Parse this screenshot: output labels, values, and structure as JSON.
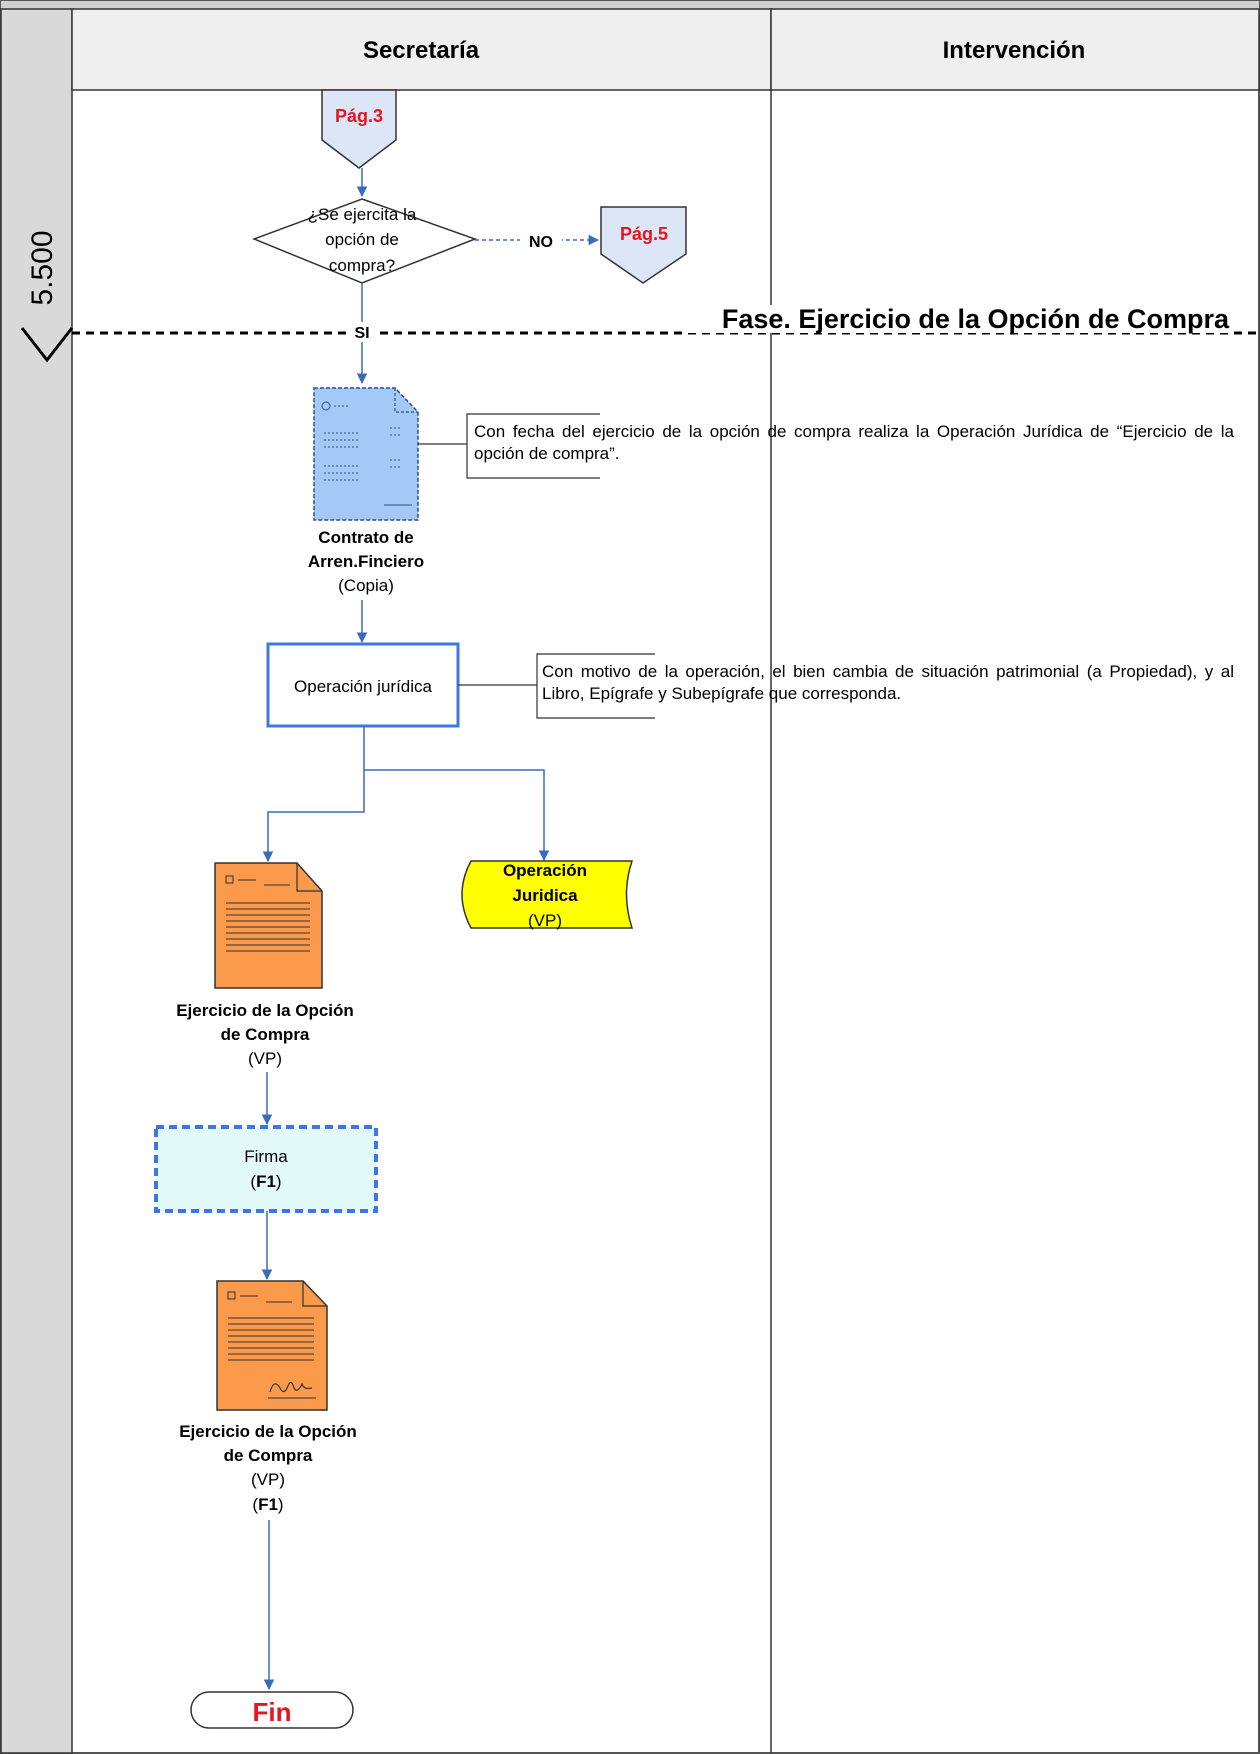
{
  "lanes": {
    "left": "Secretaría",
    "right": "Intervención"
  },
  "section": {
    "code": "5.500",
    "phase_title": "Fase. Ejercicio de la Opción de Compra"
  },
  "connectors": {
    "top_page_ref": "Pág.3",
    "right_page_ref": "Pág.5"
  },
  "decision": {
    "lines": [
      "¿Se ejercita la",
      "opción de",
      "compra?"
    ],
    "no_label": "NO",
    "yes_label": "SI"
  },
  "document_contract": {
    "title_lines": [
      "Contrato de",
      "Arren.Finciero"
    ],
    "subtitle": "(Copia)"
  },
  "note_1": {
    "text": "Con fecha del ejercicio de la opción de compra realiza la Operación Jurídica de “Ejercicio de la opción de compra”."
  },
  "process_operacion": {
    "label": "Operación jurídica"
  },
  "note_2": {
    "text": "Con motivo de la operación, el bien cambia de situación patrimonial (a Propiedad), y al Libro, Epígrafe y Subepígrafe que corresponda."
  },
  "storage_operacion": {
    "lines": [
      "Operación",
      "Juridica"
    ],
    "subtitle": "(VP)"
  },
  "document_ejercicio_1": {
    "title_lines": [
      "Ejercicio de la Opción",
      "de Compra"
    ],
    "subtitle": "(VP)"
  },
  "process_firma": {
    "label": "Firma",
    "code_open": "(",
    "code": "F1",
    "code_close": ")"
  },
  "document_ejercicio_2": {
    "title_lines": [
      "Ejercicio de la Opción",
      "de Compra"
    ],
    "subtitle": "(VP)",
    "code_open": "(",
    "code": "F1",
    "code_close": ")"
  },
  "terminator": {
    "label": "Fin"
  },
  "colors": {
    "header_bg": "#efefef",
    "side_bar": "#d9d9d9",
    "arrow": "#3a6bbd",
    "page_ref_red": "#e8141e",
    "process_border": "#3d77e6",
    "process_fill": "#ffffff",
    "firma_fill": "#e3fafa",
    "contract_fill": "#a3c9f7",
    "ejercicio_fill": "#fa9a4a",
    "storage_fill": "#ffff00"
  }
}
